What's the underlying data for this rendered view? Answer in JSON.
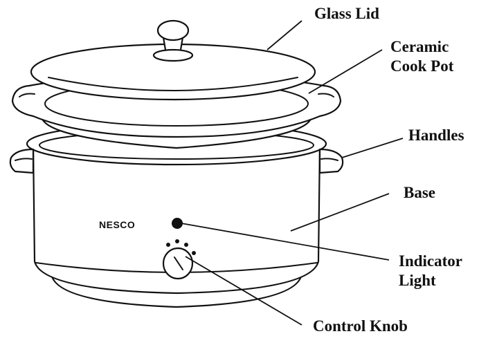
{
  "brand": "NESCO",
  "labels": {
    "glass_lid": "Glass Lid",
    "ceramic_cook_pot": [
      "Ceramic",
      "Cook Pot"
    ],
    "handles": "Handles",
    "base": "Base",
    "indicator_light": [
      "Indicator",
      "Light"
    ],
    "control_knob": "Control Knob"
  }
}
